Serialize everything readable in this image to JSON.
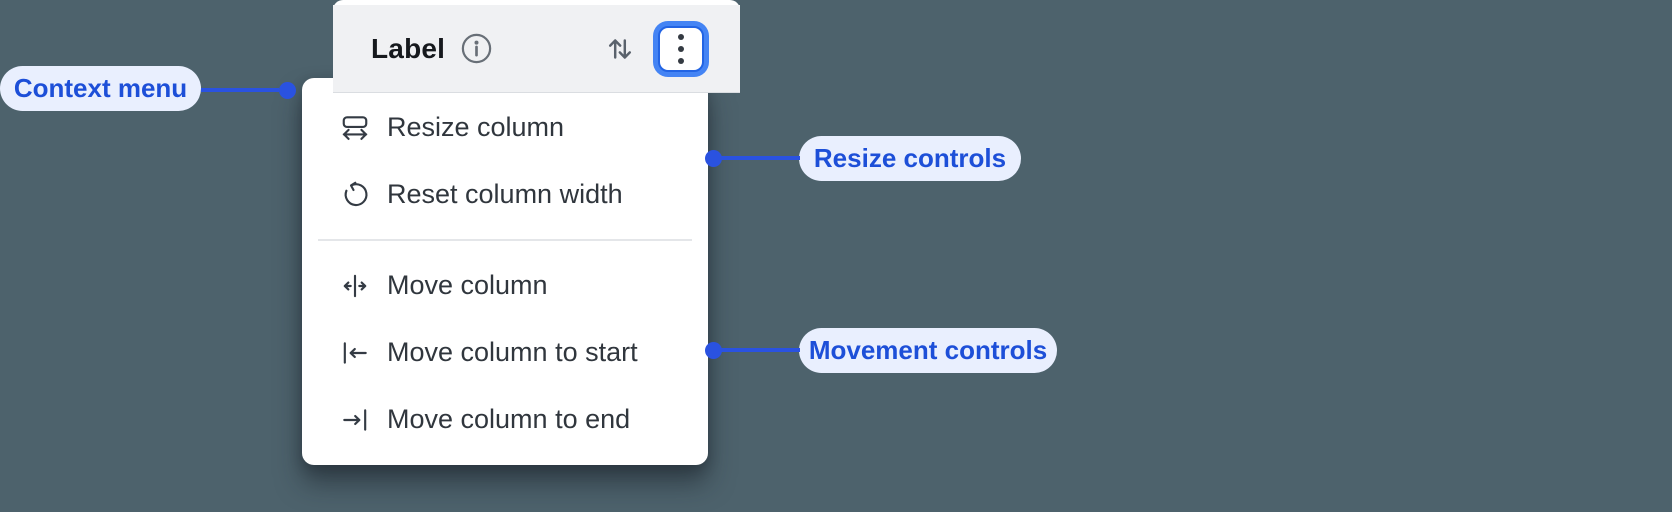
{
  "header": {
    "label": "Label",
    "info_icon": "info-icon",
    "sort_icon": "sort-arrows-icon",
    "menu_button_icon": "kebab-menu-icon"
  },
  "menu": {
    "items": [
      {
        "label": "Resize column",
        "icon": "resize-column-icon",
        "group": "resize"
      },
      {
        "label": "Reset column width",
        "icon": "reset-column-width-icon",
        "group": "resize"
      },
      {
        "label": "Move column",
        "icon": "move-column-icon",
        "group": "movement"
      },
      {
        "label": "Move column to start",
        "icon": "move-column-to-start-icon",
        "group": "movement"
      },
      {
        "label": "Move column to end",
        "icon": "move-column-to-end-icon",
        "group": "movement"
      }
    ]
  },
  "annotations": [
    {
      "label": "Context menu"
    },
    {
      "label": "Resize controls"
    },
    {
      "label": "Movement controls"
    }
  ],
  "colors": {
    "canvas_background": "#4d626c",
    "header_background": "#f0f1f3",
    "menu_background": "#ffffff",
    "focus_ring_blue": "#4484f4",
    "annotation_line_blue": "#2a52e0",
    "annotation_text_blue": "#1d4fd8",
    "annotation_pill_background": "#e9effe",
    "menu_text": "#30363d",
    "icon_gray": "#343b44"
  }
}
